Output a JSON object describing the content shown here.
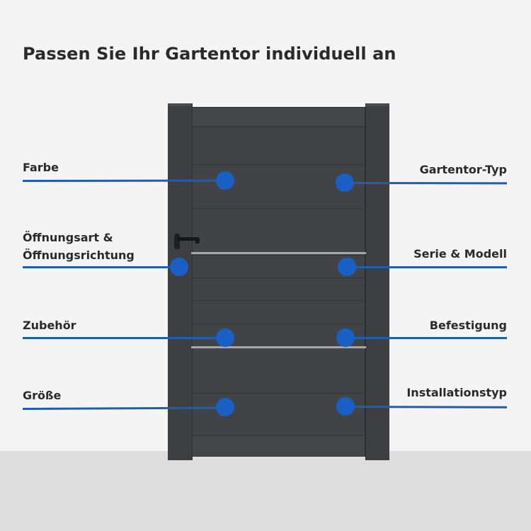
{
  "title": "Passen Sie Ihr Gartentor individuell an",
  "colors": {
    "accent": "#1960c6",
    "line": "#1f5dad",
    "gate": "#424346",
    "handle_bar": "#a5a6a9"
  },
  "options_left": [
    {
      "label": "Farbe"
    },
    {
      "label_line1": "Öffnungsart &",
      "label_line2": "Öffnungsrichtung"
    },
    {
      "label": "Zubehör"
    },
    {
      "label": "Größe"
    }
  ],
  "options_right": [
    {
      "label": "Gartentor-Typ"
    },
    {
      "label": "Serie & Modell"
    },
    {
      "label": "Befestigung"
    },
    {
      "label": "Installationstyp"
    }
  ]
}
